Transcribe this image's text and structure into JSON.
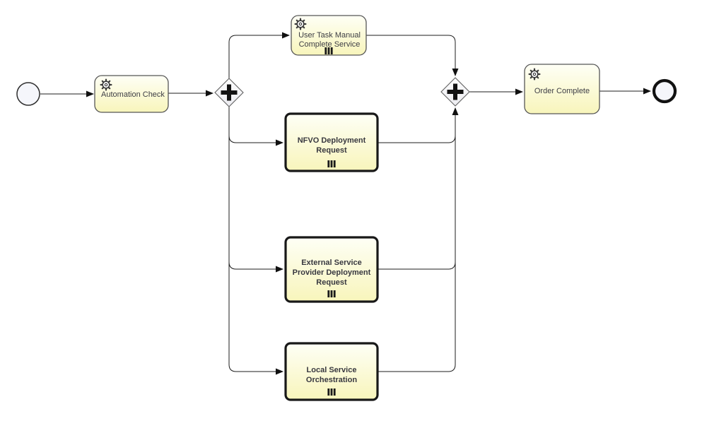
{
  "page": {
    "background": "#ffffff",
    "kind": "BPMN process diagram"
  },
  "diagram": {
    "colors": {
      "task_fill_top": "#fefff6",
      "task_fill_bottom": "#f8f5bb",
      "task_border": "#565656",
      "call_activity_border": "#181818",
      "event_fill": "#f5f6fb",
      "gateway_fill_top": "#fdfdfd",
      "gateway_fill_bottom": "#ececf1",
      "flow_color": "#1c1c1c",
      "label_color": "#3d3d44"
    },
    "nodes": {
      "start_event": {
        "type": "start-event"
      },
      "automation_check": {
        "type": "service-task",
        "icon": "gear-icon",
        "label": "Automation Check"
      },
      "gateway_split": {
        "type": "parallel-gateway",
        "icon": "plus-icon"
      },
      "user_task_manual_complete_service": {
        "type": "service-task",
        "icon": "gear-icon",
        "marker": "parallel-multi-instance",
        "lines": [
          "User Task Manual",
          "Complete Service"
        ]
      },
      "nfvo_deployment_request": {
        "type": "call-activity",
        "marker": "parallel-multi-instance",
        "lines": [
          "NFVO Deployment",
          "Request"
        ]
      },
      "external_service_provider_deployment_request": {
        "type": "call-activity",
        "marker": "parallel-multi-instance",
        "lines": [
          "External Service",
          "Provider Deployment",
          "Request"
        ]
      },
      "local_service_orchestration": {
        "type": "call-activity",
        "marker": "parallel-multi-instance",
        "lines": [
          "Local Service",
          "Orchestration"
        ]
      },
      "gateway_join": {
        "type": "parallel-gateway",
        "icon": "plus-icon"
      },
      "order_complete": {
        "type": "service-task",
        "icon": "gear-icon",
        "label": "Order Complete"
      },
      "end_event": {
        "type": "end-event"
      }
    },
    "edges": [
      {
        "from": "start_event",
        "to": "automation_check"
      },
      {
        "from": "automation_check",
        "to": "gateway_split"
      },
      {
        "from": "gateway_split",
        "to": "user_task_manual_complete_service"
      },
      {
        "from": "gateway_split",
        "to": "nfvo_deployment_request"
      },
      {
        "from": "gateway_split",
        "to": "external_service_provider_deployment_request"
      },
      {
        "from": "gateway_split",
        "to": "local_service_orchestration"
      },
      {
        "from": "user_task_manual_complete_service",
        "to": "gateway_join"
      },
      {
        "from": "nfvo_deployment_request",
        "to": "gateway_join"
      },
      {
        "from": "external_service_provider_deployment_request",
        "to": "gateway_join"
      },
      {
        "from": "local_service_orchestration",
        "to": "gateway_join"
      },
      {
        "from": "gateway_join",
        "to": "order_complete"
      },
      {
        "from": "order_complete",
        "to": "end_event"
      }
    ]
  }
}
